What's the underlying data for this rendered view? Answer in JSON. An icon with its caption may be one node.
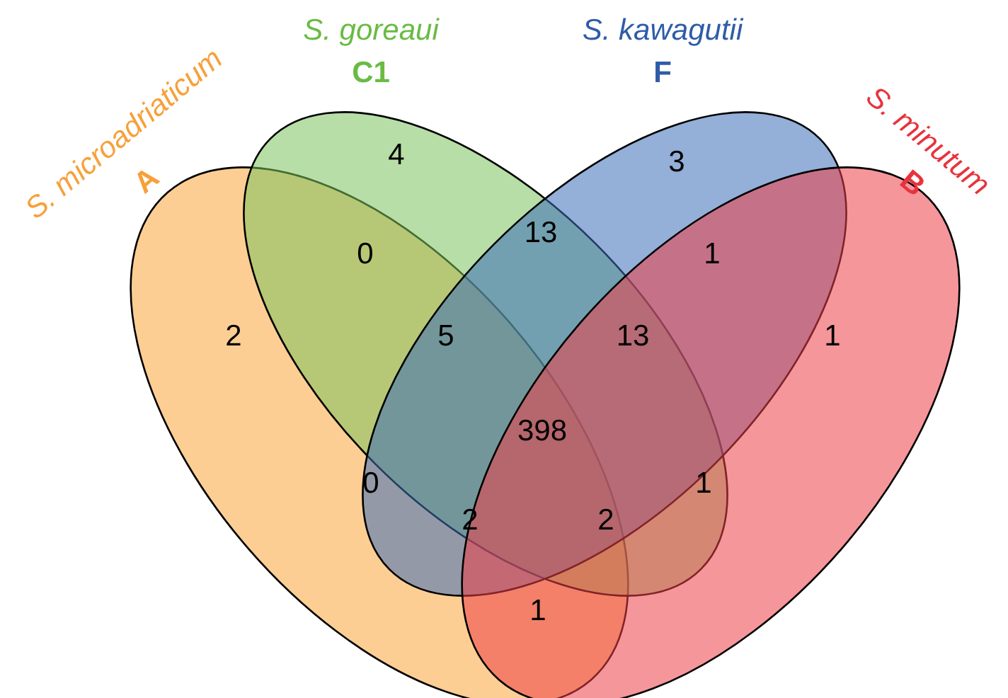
{
  "diagram": {
    "nodes": [
      {
        "text": [
          "S. microadriaticum",
          "A"
        ]
      },
      {
        "text": [
          "S. goreaui",
          "C1"
        ]
      },
      {
        "text": [
          "S. kawagutii",
          "F"
        ]
      },
      {
        "text": [
          "S. minutum",
          "B"
        ]
      }
    ],
    "labels": [
      "4",
      "3",
      "13",
      "0",
      "1",
      "2",
      "5",
      "13",
      "1",
      "398",
      "0",
      "1",
      "2",
      "2",
      "1"
    ]
  }
}
